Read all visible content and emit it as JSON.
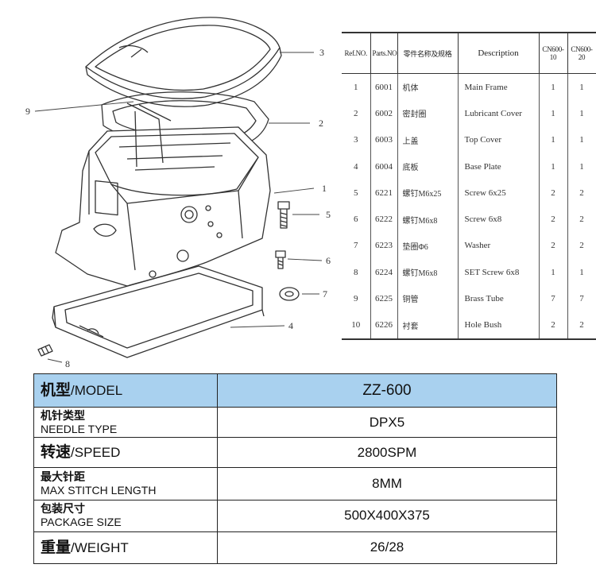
{
  "callouts": [
    "1",
    "2",
    "3",
    "4",
    "6",
    "7",
    "8",
    "9",
    "5"
  ],
  "parts_table": {
    "headers": [
      "Ref.NO.",
      "Parts.NO.",
      "零件名称及规格",
      "Description",
      "CN600-10",
      "CN600-20"
    ],
    "rows": [
      {
        "ref": "1",
        "part": "6001",
        "cn": "机体",
        "desc": "Main Frame",
        "q1": "1",
        "q2": "1"
      },
      {
        "ref": "2",
        "part": "6002",
        "cn": "密封圈",
        "desc": "Lubricant Cover",
        "q1": "1",
        "q2": "1"
      },
      {
        "ref": "3",
        "part": "6003",
        "cn": "上盖",
        "desc": "Top Cover",
        "q1": "1",
        "q2": "1"
      },
      {
        "ref": "4",
        "part": "6004",
        "cn": "底板",
        "desc": "Base Plate",
        "q1": "1",
        "q2": "1"
      },
      {
        "ref": "5",
        "part": "6221",
        "cn": "螺钉M6x25",
        "desc": "Screw 6x25",
        "q1": "2",
        "q2": "2"
      },
      {
        "ref": "6",
        "part": "6222",
        "cn": "螺钉M6x8",
        "desc": "Screw 6x8",
        "q1": "2",
        "q2": "2"
      },
      {
        "ref": "7",
        "part": "6223",
        "cn": "垫圈Φ6",
        "desc": "Washer",
        "q1": "2",
        "q2": "2"
      },
      {
        "ref": "8",
        "part": "6224",
        "cn": "螺钉M6x8",
        "desc": "SET Screw 6x8",
        "q1": "1",
        "q2": "1"
      },
      {
        "ref": "9",
        "part": "6225",
        "cn": "铜管",
        "desc": "Brass Tube",
        "q1": "7",
        "q2": "7"
      },
      {
        "ref": "10",
        "part": "6226",
        "cn": "衬套",
        "desc": "Hole Bush",
        "q1": "2",
        "q2": "2"
      }
    ]
  },
  "spec_table": {
    "model": {
      "label_cn": "机型",
      "label_en": "/MODEL",
      "value": "ZZ-600"
    },
    "needle": {
      "label_cn": "机针类型",
      "label_en": "NEEDLE TYPE",
      "value": "DPX5"
    },
    "speed": {
      "label_cn": "转速",
      "label_en": "/SPEED",
      "value": "2800SPM"
    },
    "stitch": {
      "label_cn": "最大针距",
      "label_en": "MAX STITCH LENGTH",
      "value": "8MM"
    },
    "package": {
      "label_cn": "包装尺寸",
      "label_en": "PACKAGE SIZE",
      "value": "500X400X375"
    },
    "weight": {
      "label_cn": "重量",
      "label_en": "/WEIGHT",
      "value": "26/28"
    }
  },
  "colors": {
    "header_fill": "#a9d1ef",
    "line": "#333333"
  }
}
